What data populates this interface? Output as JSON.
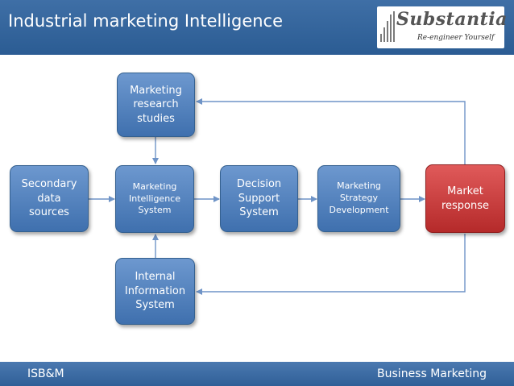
{
  "header": {
    "title": "Industrial marketing Intelligence"
  },
  "logo": {
    "name": "Substantia",
    "tagline": "Re-engineer Yourself"
  },
  "nodes": {
    "research": "Marketing research studies",
    "secondary": "Secondary data sources",
    "mis": "Marketing Intelligence System",
    "dss": "Decision Support System",
    "strategy": "Marketing Strategy Development",
    "market": "Market response",
    "internal": "Internal Information System"
  },
  "footer": {
    "left": "ISB&M",
    "right": "Business Marketing"
  },
  "colors": {
    "header": "#2b5c93",
    "node": "#4f7fbf",
    "node_alert": "#c03535",
    "connector": "#6f94c7"
  }
}
